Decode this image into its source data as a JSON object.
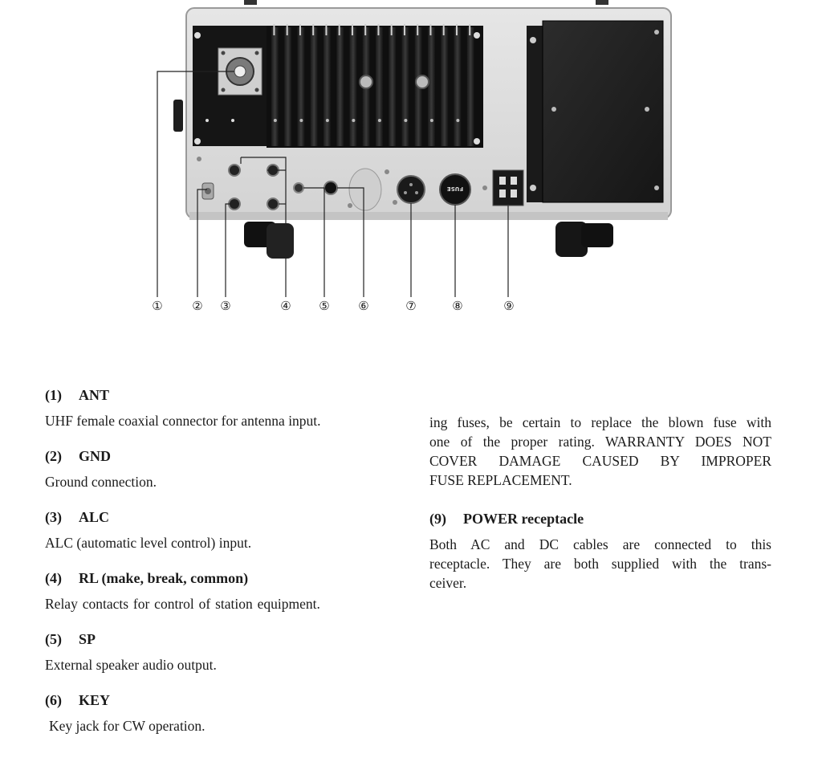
{
  "figure": {
    "fuse_cap_text": "FUSE",
    "callouts": [
      "①",
      "②",
      "③",
      "④",
      "⑤",
      "⑥",
      "⑦",
      "⑧",
      "⑨"
    ]
  },
  "sections": {
    "ant": {
      "number": "(1)",
      "title": "ANT",
      "description": "UHF female coaxial connector for antenna input."
    },
    "gnd": {
      "number": "(2)",
      "title": "GND",
      "description": "Ground connection."
    },
    "alc": {
      "number": "(3)",
      "title": "ALC",
      "description": "ALC (automatic level control) input."
    },
    "rl": {
      "number": "(4)",
      "title": "RL (make, break, common)",
      "description": "Relay contacts for control of station equipment."
    },
    "sp": {
      "number": "(5)",
      "title": "SP",
      "description": "External speaker audio output."
    },
    "key": {
      "number": "(6)",
      "title": "KEY",
      "description": "Key jack for CW operation."
    },
    "fuse_continued": {
      "line1": "ing fuses, be certain to replace the blown fuse with",
      "line2": "one of the proper rating. WARRANTY DOES NOT",
      "line3": "COVER DAMAGE CAUSED BY IMPROPER",
      "line4": "FUSE REPLACEMENT."
    },
    "power": {
      "number": "(9)",
      "title": "POWER receptacle",
      "line1": "Both AC and DC cables are connected to this",
      "line2": "receptacle. They are both supplied with the trans-",
      "line3": "ceiver."
    }
  }
}
